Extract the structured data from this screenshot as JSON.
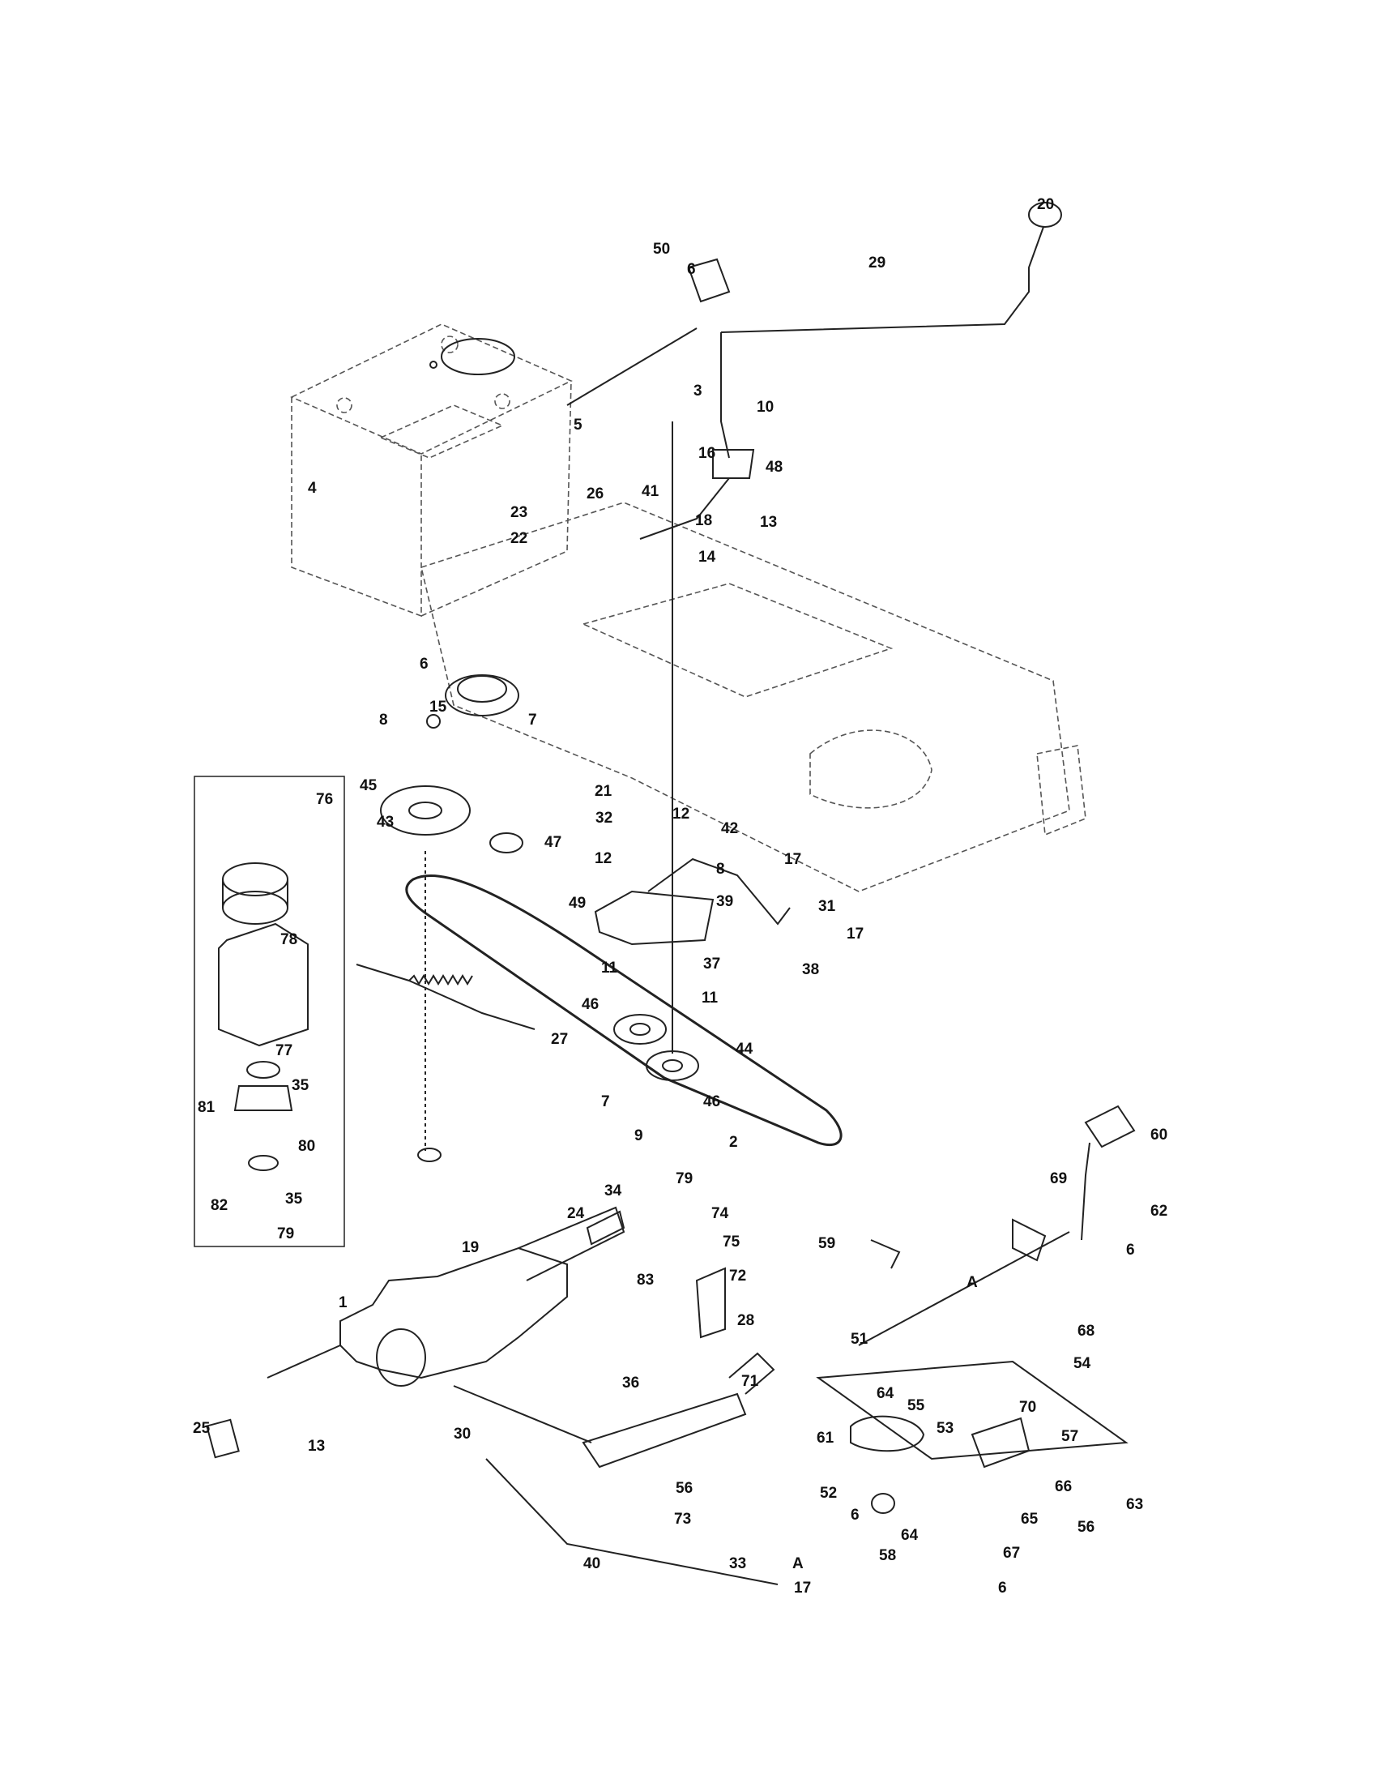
{
  "diagram": {
    "type": "exploded-parts-diagram",
    "inset_box": true,
    "callouts": [
      "1",
      "2",
      "3",
      "4",
      "5",
      "6",
      "7",
      "8",
      "9",
      "10",
      "11",
      "12",
      "13",
      "14",
      "15",
      "16",
      "17",
      "18",
      "19",
      "20",
      "21",
      "22",
      "23",
      "24",
      "25",
      "26",
      "27",
      "28",
      "29",
      "30",
      "31",
      "32",
      "33",
      "34",
      "35",
      "36",
      "37",
      "38",
      "39",
      "40",
      "41",
      "42",
      "43",
      "44",
      "45",
      "46",
      "47",
      "48",
      "49",
      "50",
      "51",
      "52",
      "53",
      "54",
      "55",
      "56",
      "57",
      "58",
      "59",
      "60",
      "61",
      "62",
      "63",
      "64",
      "65",
      "66",
      "67",
      "68",
      "69",
      "70",
      "71",
      "72",
      "73",
      "74",
      "75",
      "76",
      "77",
      "78",
      "79",
      "80",
      "81",
      "82",
      "83",
      "A"
    ]
  }
}
